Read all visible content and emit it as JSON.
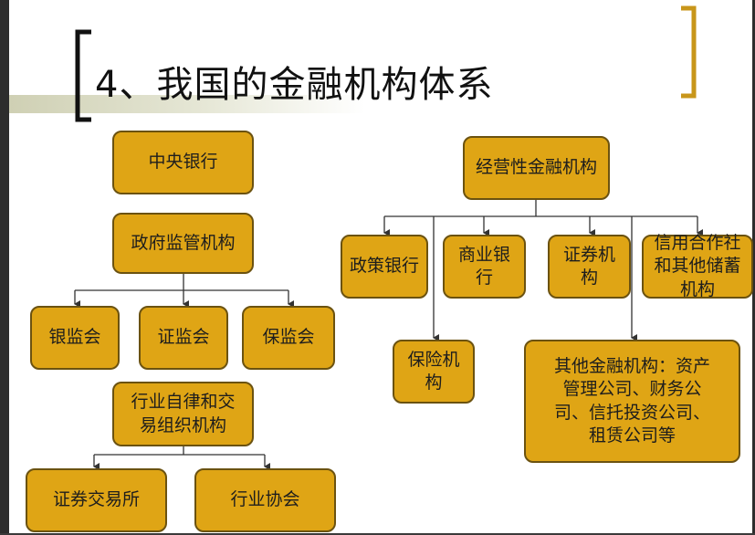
{
  "title": "4、我国的金融机构体系",
  "colors": {
    "node_fill": "#dfa515",
    "node_border": "#6b5210",
    "bracket_left": "#111111",
    "bracket_right": "#c8961a"
  },
  "nodes": {
    "central_bank": "中央银行",
    "gov_supervision": "政府监管机构",
    "cbrc": "银监会",
    "csrc": "证监会",
    "circ": "保监会",
    "self_regulatory": "行业自律和交易组织机构",
    "stock_exchange": "证券交易所",
    "industry_association": "行业协会",
    "commercial_fi": "经营性金融机构",
    "policy_bank": "政策银行",
    "commercial_bank": "商业银行",
    "securities_firm": "证券机构",
    "credit_coop": "信用合作社和其他储蓄机构",
    "insurance": "保险机构",
    "other_fi": "其他金融机构：资产管理公司、财务公司、信托投资公司、租赁公司等"
  }
}
